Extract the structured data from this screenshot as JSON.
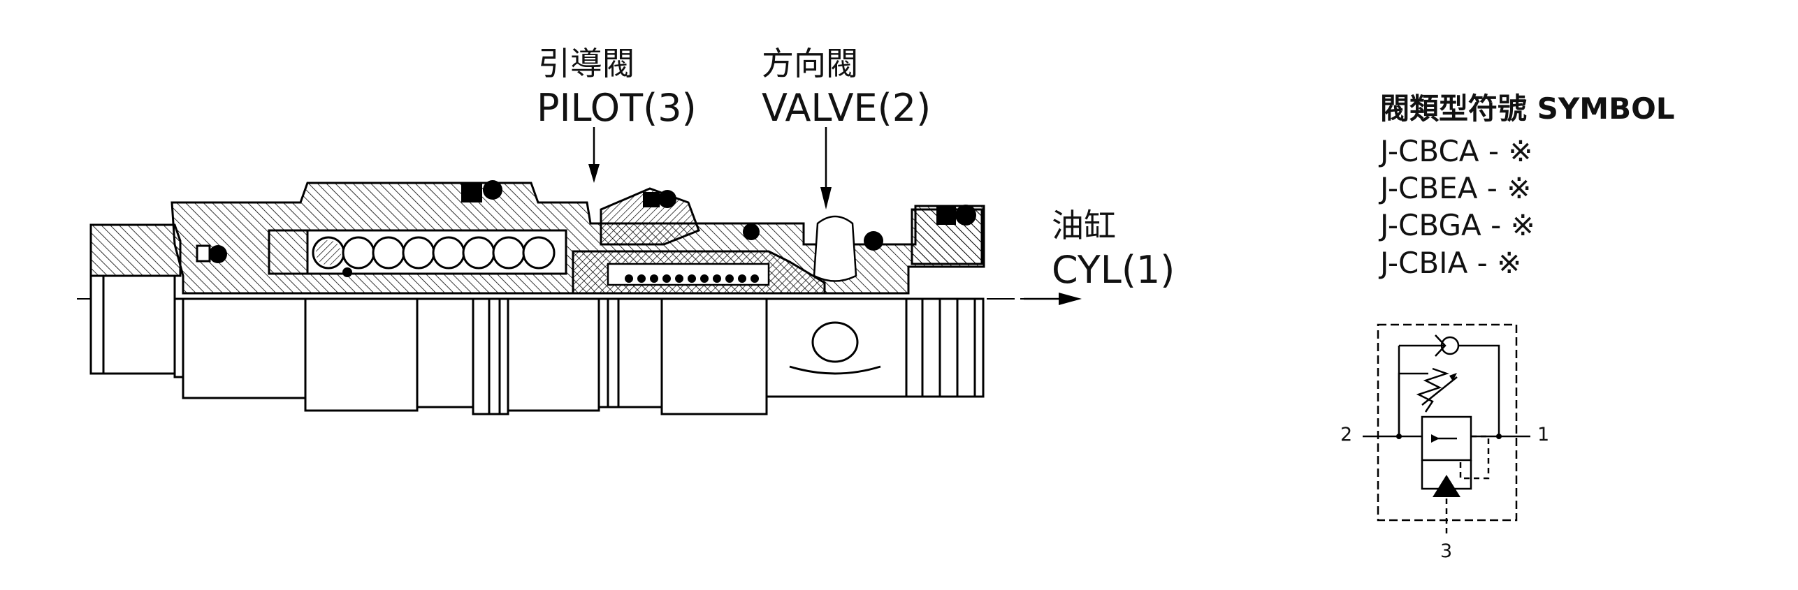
{
  "callouts": {
    "pilot": {
      "cn": "引導閥",
      "en": "PILOT(3)"
    },
    "valve": {
      "cn": "方向閥",
      "en": "VALVE(2)"
    },
    "cyl": {
      "cn": "油缸",
      "en": "CYL(1)"
    }
  },
  "symbol": {
    "title": "閥類型符號 SYMBOL",
    "models": [
      "J-CBCA - ※",
      "J-CBEA - ※",
      "J-CBGA - ※",
      "J-CBIA - ※"
    ],
    "ports": {
      "left": "2",
      "right": "1",
      "bottom": "3"
    }
  }
}
